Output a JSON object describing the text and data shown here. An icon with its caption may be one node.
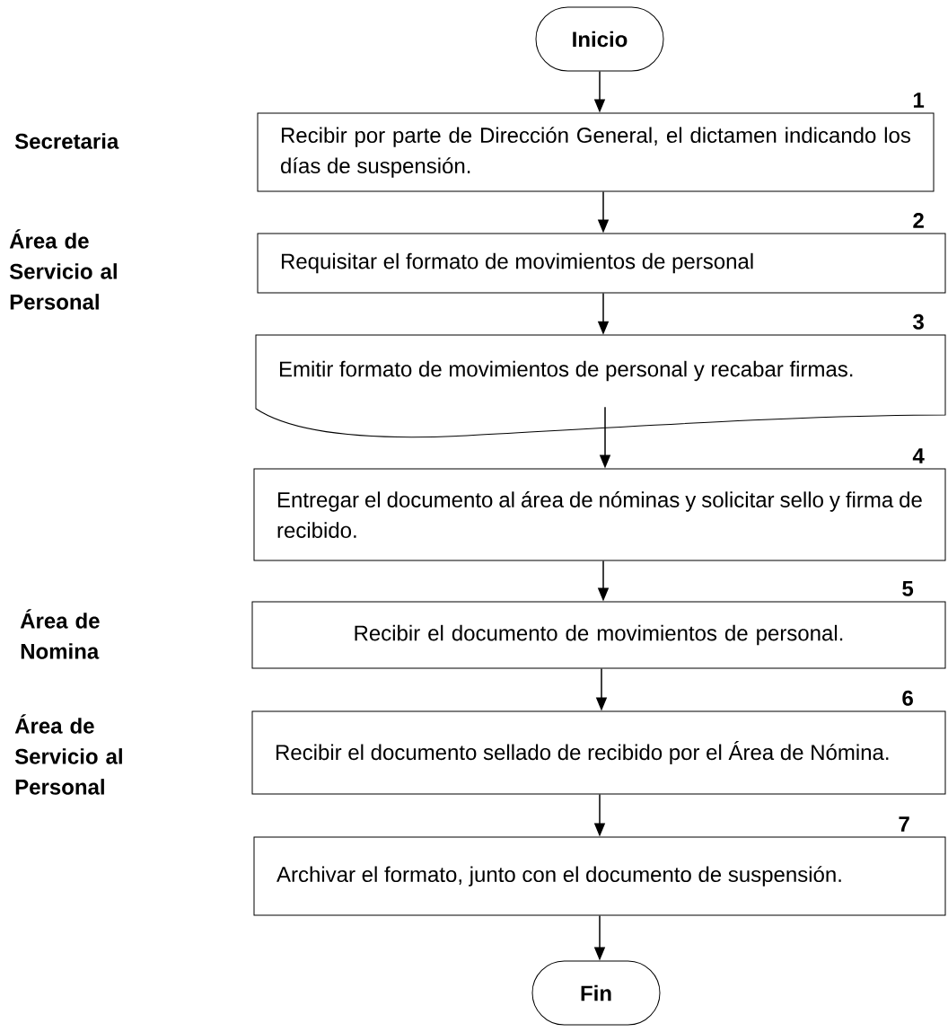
{
  "diagram": {
    "nodes": [
      {
        "text": [
          "Inicio"
        ]
      },
      {
        "text": [
          "Recibir por parte de Dirección General,  el dictamen indicando los días de suspensión."
        ],
        "beside": [
          "1"
        ]
      },
      {
        "text": [
          "Requisitar el formato de movimientos de personal"
        ],
        "beside": [
          "2"
        ]
      },
      {
        "text": [
          "Emitir formato de movimientos de personal y recabar firmas."
        ],
        "beside": [
          "3"
        ]
      },
      {
        "text": [
          "Entregar el documento al área de nóminas y solicitar sello y firma de recibido."
        ],
        "beside": [
          "4"
        ]
      },
      {
        "text": [
          "Recibir el documento de movimientos de personal."
        ],
        "beside": [
          "5"
        ]
      },
      {
        "text": [
          "Recibir el documento sellado de recibido por el Área de Nómina."
        ],
        "beside": [
          "6"
        ]
      },
      {
        "text": [
          "Archivar el formato, junto con el documento de suspensión."
        ],
        "beside": [
          "7"
        ]
      },
      {
        "text": [
          "Fin"
        ]
      }
    ],
    "edges": [
      {
        "from": 0,
        "to": 1,
        "arrow": "to"
      },
      {
        "from": 1,
        "to": 2,
        "arrow": "to"
      },
      {
        "from": 2,
        "to": 3,
        "arrow": "to"
      },
      {
        "from": 3,
        "to": 4,
        "arrow": "to"
      },
      {
        "from": 4,
        "to": 5,
        "arrow": "to"
      },
      {
        "from": 5,
        "to": 6,
        "arrow": "to"
      },
      {
        "from": 6,
        "to": 7,
        "arrow": "to"
      },
      {
        "from": 7,
        "to": 8,
        "arrow": "to"
      }
    ],
    "labels": [
      "Secretaria",
      "Área de Servicio al Personal",
      "Área de Nomina",
      "Área de Servicio al Personal"
    ]
  }
}
